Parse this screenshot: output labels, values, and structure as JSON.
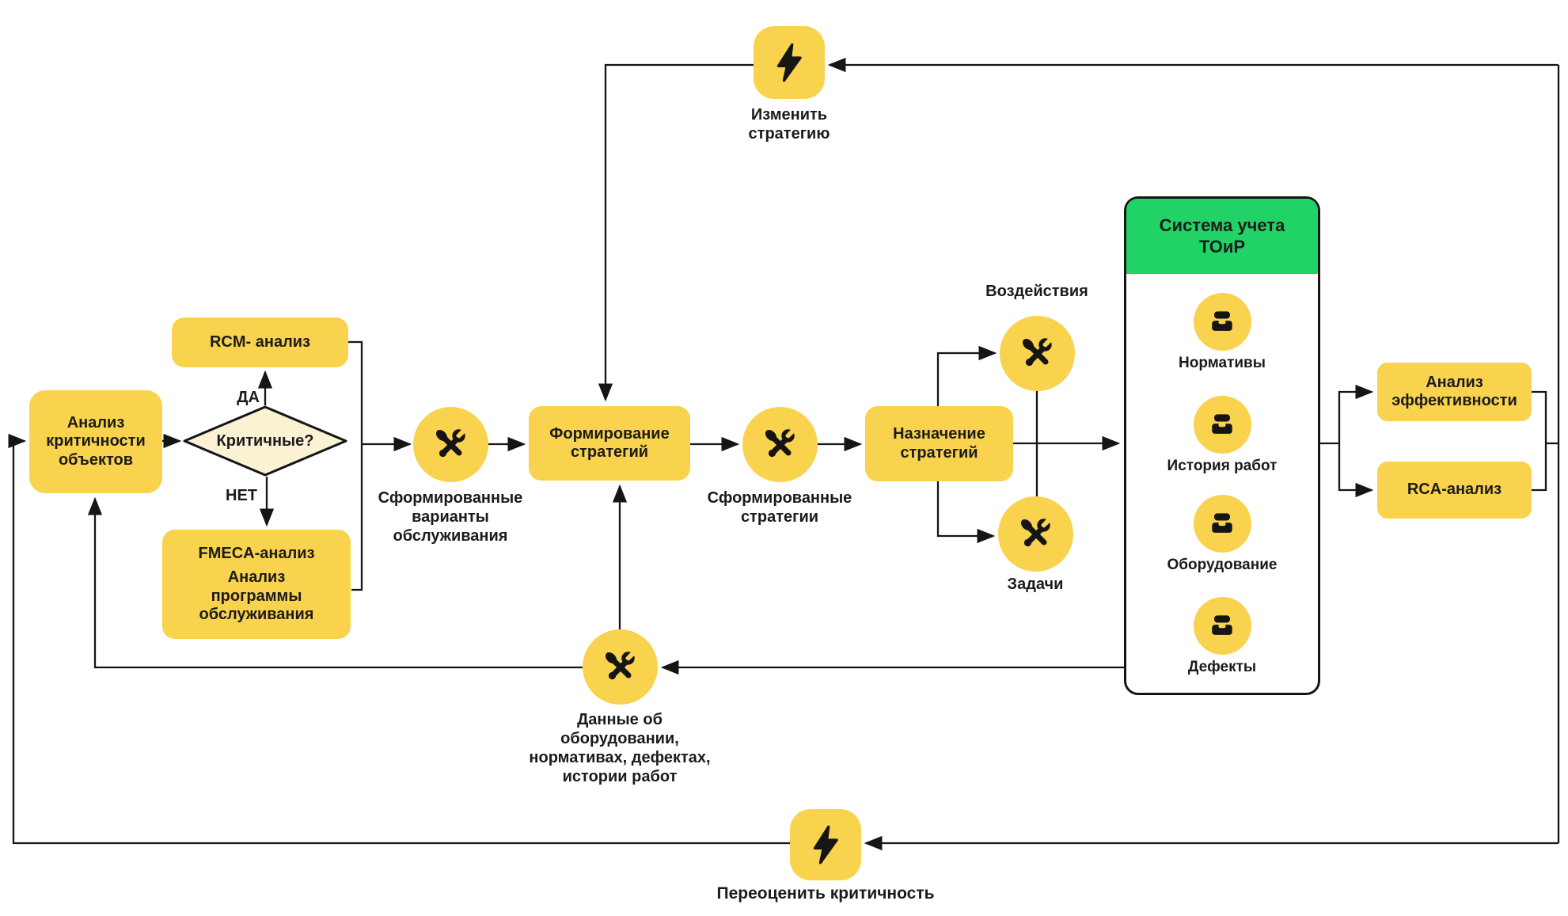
{
  "colors": {
    "node_yellow": "#F9D24E",
    "decision_cream": "#FBF1D3",
    "system_green": "#21D366",
    "line_ink": "#151515"
  },
  "decision": {
    "label": "Критичные?",
    "yes": "ДА",
    "no": "НЕТ"
  },
  "nodes": {
    "criticality": "Анализ\nкритичности\nобъектов",
    "rcm": "RCM- анализ",
    "fmeca_title": "FMECA-анализ",
    "fmeca_sub": "Анализ\nпрограммы\nобслуживания",
    "formation": "Формирование\nстратегий",
    "assignment": "Назначение\nстратегий",
    "efficiency": "Анализ\nэффективности",
    "rca": "RCA-анализ"
  },
  "process_labels": {
    "variants": "Сформированные\nварианты\nобслуживания",
    "strategies": "Сформированные\nстратегии",
    "impacts": "Воздействия",
    "tasks": "Задачи",
    "data": "Данные об\nоборудовании,\nнормативах, дефектах,\nистории работ"
  },
  "events": {
    "change": "Изменить\nстратегию",
    "reassess": "Переоценить критичность"
  },
  "system": {
    "title": "Система учета\nТОиР",
    "items": [
      "Нормативы",
      "История работ",
      "Оборудование",
      "Дефекты"
    ]
  }
}
